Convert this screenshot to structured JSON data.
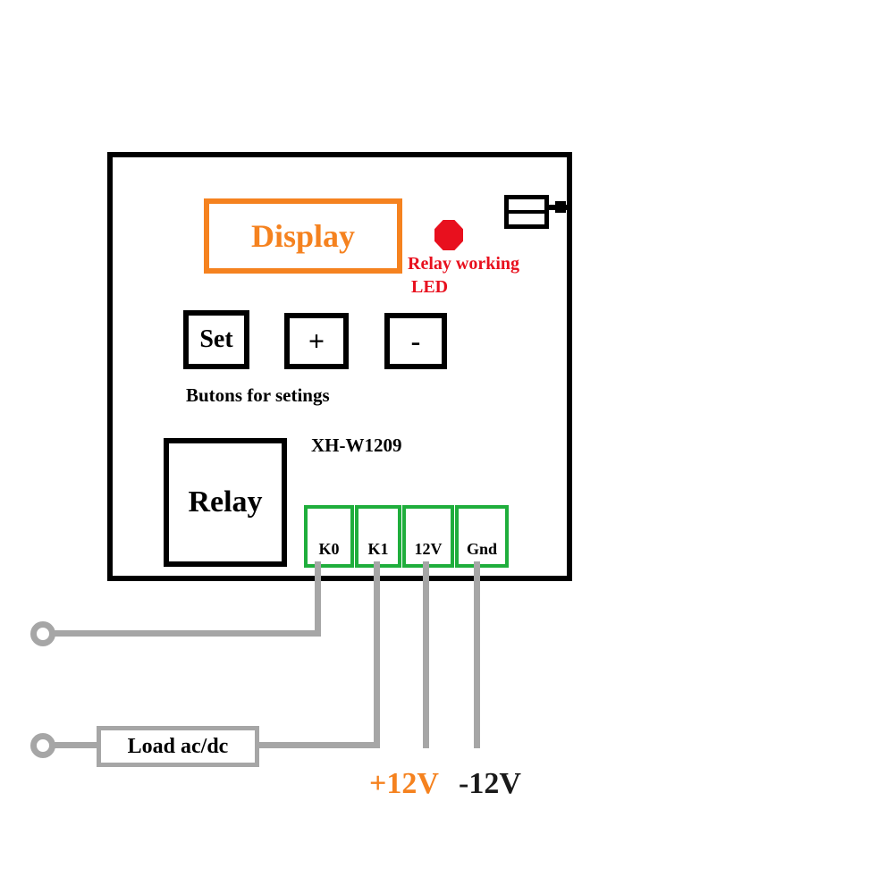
{
  "board": {
    "model": "XH-W1209",
    "display_label": "Display",
    "led_caption_line1": "Relay working",
    "led_caption_line2": "LED",
    "buttons": [
      {
        "label": "Set"
      },
      {
        "label": "+"
      },
      {
        "label": "-"
      }
    ],
    "buttons_caption": "Butons for setings",
    "relay_label": "Relay",
    "terminals": [
      {
        "label": "K0"
      },
      {
        "label": "K1"
      },
      {
        "label": "12V"
      },
      {
        "label": "Gnd"
      }
    ]
  },
  "external": {
    "load_label": "Load ac/dc",
    "supply_positive": "+12V",
    "supply_negative": "-12V"
  },
  "colors": {
    "display_orange": "#f5821f",
    "led_red": "#e8101e",
    "terminal_green": "#1fae3c",
    "wire_gray": "#a6a6a6",
    "board_black": "#000000"
  }
}
